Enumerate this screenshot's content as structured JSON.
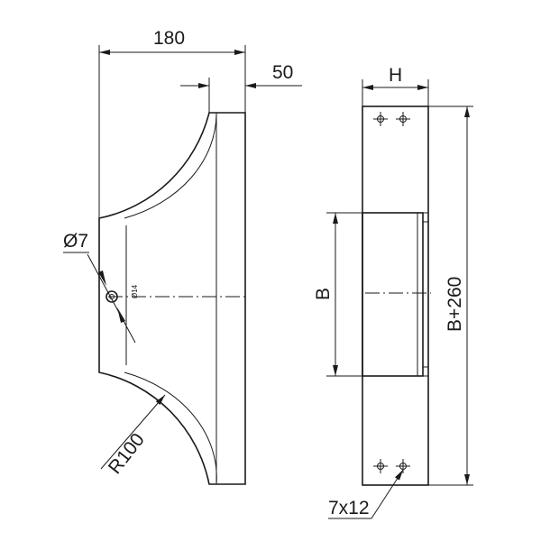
{
  "drawing": {
    "dim_width_total": "180",
    "dim_width_top": "50",
    "dim_hole_diameter": "Ø7",
    "dim_radius": "R100",
    "dim_depth": "H",
    "dim_inner_height": "B",
    "dim_total_height": "B+260",
    "dim_slot": "7x12",
    "hole_mark": "Ø14"
  }
}
